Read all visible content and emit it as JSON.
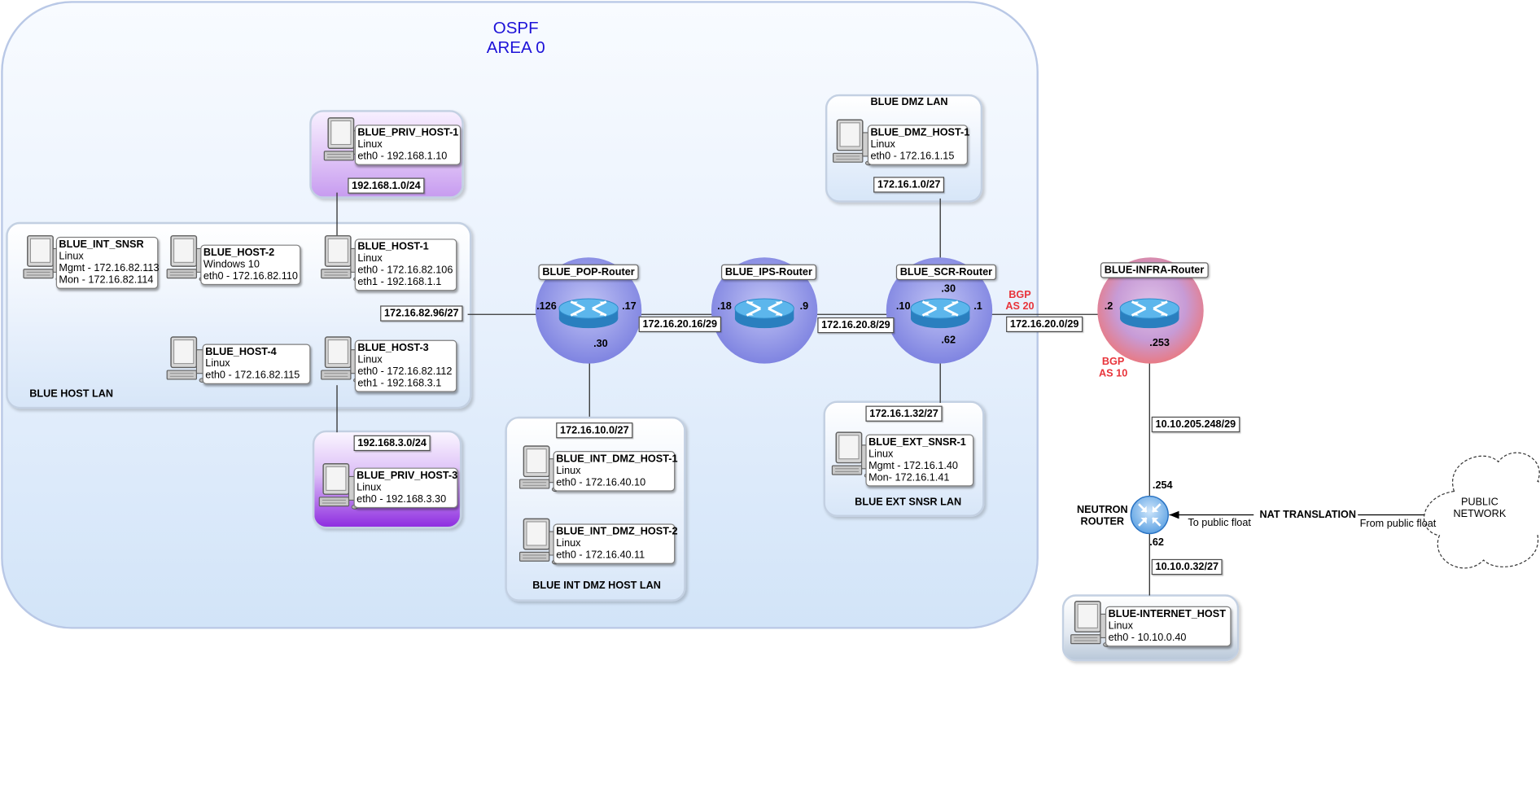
{
  "ospf_area": {
    "line1": "OSPF",
    "line2": "AREA 0"
  },
  "zones": {
    "host_lan": "BLUE HOST LAN",
    "dmz_lan": "BLUE DMZ LAN",
    "ext_snsr_lan": "BLUE EXT SNSR LAN",
    "int_dmz_lan": "BLUE INT DMZ HOST LAN"
  },
  "hosts": {
    "priv_host_1": {
      "name": "BLUE_PRIV_HOST-1",
      "os": "Linux",
      "addr1": "eth0 - 192.168.1.10"
    },
    "int_snsr": {
      "name": "BLUE_INT_SNSR",
      "os": "Linux",
      "addr1": "Mgmt - 172.16.82.113",
      "addr2": "Mon - 172.16.82.114"
    },
    "host_2": {
      "name": "BLUE_HOST-2",
      "os": "Windows 10",
      "addr1": "eth0 - 172.16.82.110"
    },
    "host_1": {
      "name": "BLUE_HOST-1",
      "os": "Linux",
      "addr1": "eth0 - 172.16.82.106",
      "addr2": "eth1 - 192.168.1.1"
    },
    "host_4": {
      "name": "BLUE_HOST-4",
      "os": "Linux",
      "addr1": "eth0 - 172.16.82.115"
    },
    "host_3": {
      "name": "BLUE_HOST-3",
      "os": "Linux",
      "addr1": "eth0 - 172.16.82.112",
      "addr2": "eth1 - 192.168.3.1"
    },
    "priv_host_3": {
      "name": "BLUE_PRIV_HOST-3",
      "os": "Linux",
      "addr1": "eth0 - 192.168.3.30"
    },
    "int_dmz_host_1": {
      "name": "BLUE_INT_DMZ_HOST-1",
      "os": "Linux",
      "addr1": "eth0 - 172.16.40.10"
    },
    "int_dmz_host_2": {
      "name": "BLUE_INT_DMZ_HOST-2",
      "os": "Linux",
      "addr1": "eth0 - 172.16.40.11"
    },
    "dmz_host_1": {
      "name": "BLUE_DMZ_HOST-1",
      "os": "Linux",
      "addr1": "eth0 - 172.16.1.15"
    },
    "ext_snsr_1": {
      "name": "BLUE_EXT_SNSR-1",
      "os": "Linux",
      "addr1": "Mgmt - 172.16.1.40",
      "addr2": "Mon- 172.16.1.41"
    },
    "internet_host": {
      "name": "BLUE-INTERNET_HOST",
      "os": "Linux",
      "addr1": "eth0 - 10.10.0.40"
    }
  },
  "networks": {
    "net_192_168_1": "192.168.1.0/24",
    "net_192_168_3": "192.168.3.0/24",
    "net_host_lan": "172.16.82.96/27",
    "net_pop_ips": "172.16.20.16/29",
    "net_ips_scr": "172.16.20.8/29",
    "net_scr_infra": "172.16.20.0/29",
    "net_int_dmz": "172.16.10.0/27",
    "net_dmz": "172.16.1.0/27",
    "net_ext_snsr": "172.16.1.32/27",
    "net_infra_neutron": "10.10.205.248/29",
    "net_internet": "10.10.0.32/27"
  },
  "routers": {
    "pop": "BLUE_POP-Router",
    "ips": "BLUE_IPS-Router",
    "scr": "BLUE_SCR-Router",
    "infra": "BLUE-INFRA-Router",
    "neutron_line1": "NEUTRON",
    "neutron_line2": "ROUTER"
  },
  "interfaces": {
    "pop_126": ".126",
    "pop_17": ".17",
    "pop_30": ".30",
    "ips_18": ".18",
    "ips_9": ".9",
    "scr_10": ".10",
    "scr_1": ".1",
    "scr_30": ".30",
    "scr_62": ".62",
    "infra_2": ".2",
    "infra_253": ".253",
    "neutron_254": ".254",
    "neutron_62": ".62"
  },
  "bgp": {
    "as20_line1": "BGP",
    "as20_line2": "AS 20",
    "as10_line1": "BGP",
    "as10_line2": "AS 10"
  },
  "nat": {
    "title": "NAT TRANSLATION",
    "to_public": "To public float",
    "from_public": "From public float"
  },
  "cloud": {
    "line1": "PUBLIC",
    "line2": "NETWORK"
  },
  "colors": {
    "area_title": "#1d12d8",
    "bgp_text": "#e8343b",
    "router_halo": "#8c8ee8",
    "router_body": "#3f9fd8",
    "infra_halo": "#e89ca8"
  }
}
